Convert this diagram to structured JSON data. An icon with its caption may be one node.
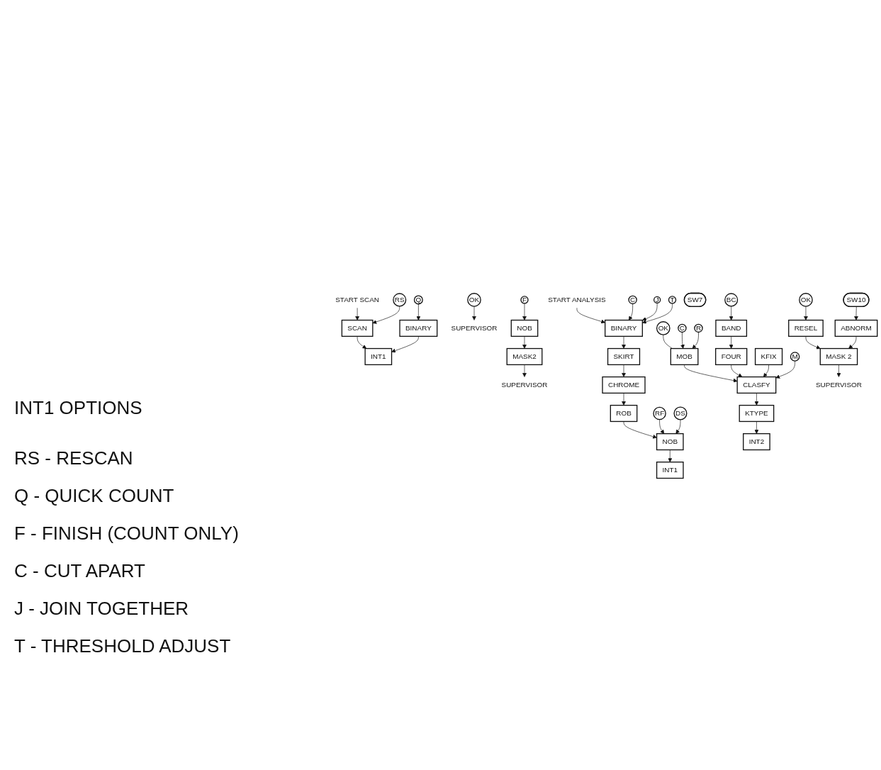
{
  "diagram": {
    "nodes": [
      {
        "text": [
          "START SCAN"
        ]
      },
      {
        "text": [
          "SCAN"
        ]
      },
      {
        "text": [
          "INT1"
        ]
      },
      {
        "text": [
          "RS"
        ]
      },
      {
        "text": [
          "Q"
        ]
      },
      {
        "text": [
          "BINARY"
        ]
      },
      {
        "text": [
          "F"
        ]
      },
      {
        "text": [
          "OK"
        ]
      },
      {
        "text": [
          "SUPERVISOR"
        ]
      },
      {
        "text": [
          "NOB"
        ]
      },
      {
        "text": [
          "MASK2"
        ]
      },
      {
        "text": [
          "SUPERVISOR"
        ]
      },
      {
        "text": [
          "START ANALYSIS"
        ]
      },
      {
        "text": [
          "BINARY"
        ]
      },
      {
        "text": [
          "SKIRT"
        ]
      },
      {
        "text": [
          "CHROME"
        ]
      },
      {
        "text": [
          "ROB"
        ]
      },
      {
        "text": [
          "NOB"
        ]
      },
      {
        "text": [
          "C"
        ]
      },
      {
        "text": [
          "J"
        ]
      },
      {
        "text": [
          "INT1"
        ]
      },
      {
        "text": [
          "T"
        ]
      },
      {
        "text": [
          "OK"
        ]
      },
      {
        "text": [
          "BAND"
        ]
      },
      {
        "text": [
          "MOB"
        ]
      },
      {
        "text": [
          "FOUR"
        ]
      },
      {
        "text": [
          "SW7"
        ]
      },
      {
        "text": [
          "CLASFY"
        ]
      },
      {
        "text": [
          "KFIX"
        ]
      },
      {
        "text": [
          "KTYPE"
        ]
      },
      {
        "text": [
          "M"
        ]
      },
      {
        "text": [
          "BC"
        ]
      },
      {
        "text": [
          "C"
        ]
      },
      {
        "text": [
          "INT2"
        ]
      },
      {
        "text": [
          "RF"
        ]
      },
      {
        "text": [
          "R"
        ]
      },
      {
        "text": [
          "DS"
        ]
      },
      {
        "text": [
          "OK"
        ]
      },
      {
        "text": [
          "RESEL"
        ]
      },
      {
        "text": [
          "SW10"
        ]
      },
      {
        "text": [
          "ABNORM"
        ]
      },
      {
        "text": [
          "MASK 2"
        ]
      },
      {
        "text": [
          "SUPERVISOR"
        ]
      }
    ],
    "edges": [
      {
        "from": 0,
        "to": 1,
        "arrow": "to"
      },
      {
        "from": 1,
        "to": 2,
        "arrow": "to"
      },
      {
        "from": 3,
        "to": 1,
        "arrow": "to"
      },
      {
        "from": 4,
        "to": 5,
        "arrow": "to"
      },
      {
        "from": 5,
        "to": 2,
        "arrow": "to"
      },
      {
        "from": 6,
        "to": 9,
        "arrow": "to"
      },
      {
        "from": 7,
        "to": 8,
        "arrow": "to"
      },
      {
        "from": 9,
        "to": 10,
        "arrow": "to"
      },
      {
        "from": 10,
        "to": 11,
        "arrow": "to"
      },
      {
        "from": 12,
        "to": 13,
        "arrow": "to"
      },
      {
        "from": 13,
        "to": 14,
        "arrow": "to"
      },
      {
        "from": 14,
        "to": 15,
        "arrow": "to"
      },
      {
        "from": 15,
        "to": 16,
        "arrow": "to"
      },
      {
        "from": 16,
        "to": 17,
        "arrow": "to"
      },
      {
        "from": 17,
        "to": 20,
        "arrow": "to"
      },
      {
        "from": 18,
        "to": 13,
        "arrow": "to"
      },
      {
        "from": 19,
        "to": 13,
        "arrow": "to"
      },
      {
        "from": 21,
        "to": 13,
        "arrow": "to"
      },
      {
        "from": 22,
        "to": 24,
        "arrow": "none"
      },
      {
        "from": 23,
        "to": 25,
        "arrow": "to"
      },
      {
        "from": 24,
        "to": 27,
        "arrow": "to"
      },
      {
        "from": 25,
        "to": 27,
        "arrow": "to"
      },
      {
        "from": 28,
        "to": 27,
        "arrow": "to"
      },
      {
        "from": 27,
        "to": 29,
        "arrow": "to"
      },
      {
        "from": 29,
        "to": 33,
        "arrow": "to"
      },
      {
        "from": 30,
        "to": 27,
        "arrow": "to"
      },
      {
        "from": 32,
        "to": 24,
        "arrow": "to"
      },
      {
        "from": 35,
        "to": 24,
        "arrow": "to"
      },
      {
        "from": 31,
        "to": 23,
        "arrow": "to"
      },
      {
        "from": 34,
        "to": 17,
        "arrow": "to"
      },
      {
        "from": 36,
        "to": 17,
        "arrow": "to"
      },
      {
        "from": 37,
        "to": 38,
        "arrow": "to"
      },
      {
        "from": 39,
        "to": 40,
        "arrow": "to"
      },
      {
        "from": 38,
        "to": 41,
        "arrow": "to"
      },
      {
        "from": 40,
        "to": 41,
        "arrow": "to"
      },
      {
        "from": 41,
        "to": 42,
        "arrow": "to"
      }
    ],
    "labels": [
      "INT1 OPTIONS",
      "RS - RESCAN",
      "Q - QUICK COUNT",
      "F - FINISH (COUNT ONLY)",
      "C - CUT APART",
      "J - JOIN TOGETHER",
      "T - THRESHOLD ADJUST"
    ]
  }
}
